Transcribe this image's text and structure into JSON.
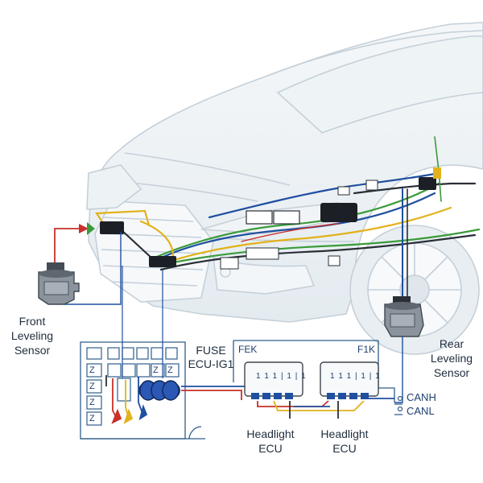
{
  "labels": {
    "front_sensor": "Front\nLeveling\nSensor",
    "rear_sensor": "Rear\nLeveling\nSensor",
    "fuse": "FUSE\nECU-IG1",
    "ecu_left": "Headlight\nECU",
    "ecu_right": "Headlight\nECU",
    "panel_tag_left": "FEK",
    "panel_tag_right": "F1K",
    "can_high": "CANH",
    "can_low": "CANL"
  },
  "fuse_box_glyph": "Z",
  "ecu_digits": "1 1 1 | 1 | 1",
  "colors": {
    "body_outline": "#c9d4dc",
    "harness_blue": "#1f4fa0",
    "harness_green": "#3a9b3a",
    "harness_yellow": "#e2b21b",
    "harness_red": "#c8302a",
    "harness_dark": "#2a2f36",
    "panel_stroke": "#2f5d8a"
  },
  "icons": [
    "front-leveling-sensor-icon",
    "rear-leveling-sensor-icon",
    "fuse-icon",
    "ecu-module-icon",
    "connector-icon"
  ]
}
